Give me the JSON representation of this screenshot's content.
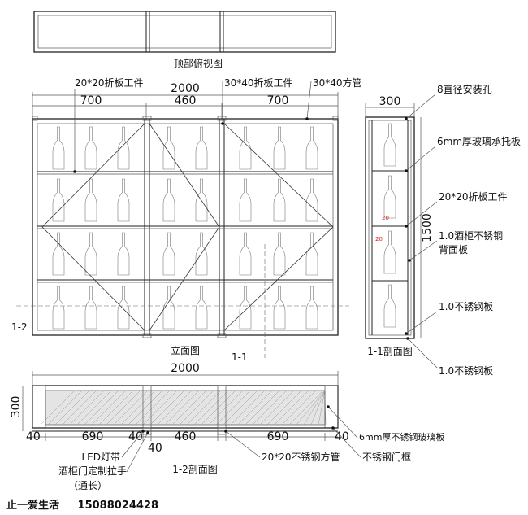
{
  "views": {
    "top": "顶部俯视图",
    "elevation": "立面图",
    "section_1_1": "1-1剖面图",
    "section_2_2": "1-2剖面图"
  },
  "cut_marks": {
    "horizontal": "1-2",
    "vertical": "1-1"
  },
  "elevation_dims": {
    "total": "2000",
    "left": "700",
    "mid": "460",
    "right": "700"
  },
  "section_dims": {
    "width": "300",
    "height": "1500",
    "red_a": "20",
    "red_b": "20"
  },
  "plan_dims": {
    "total": "2000",
    "depth": "300",
    "a": "40",
    "b": "690",
    "c": "40",
    "d": "460",
    "e": "40",
    "f": "690",
    "g": "40"
  },
  "callouts": {
    "fold_left": "20*20折板工件",
    "fold_right": "30*40折板工件",
    "square_tube": "30*40方管",
    "mount_hole": "8直径安装孔",
    "glass_shelf": "6mm厚玻璃承托板",
    "fold_section": "20*20折板工件",
    "back_panel_1": "1.0酒柜不锈钢",
    "back_panel_2": "背面板",
    "ss_plate_1": "1.0不锈钢板",
    "ss_plate_2": "1.0不锈钢板",
    "ss_glass": "6mm厚不锈钢玻璃板",
    "door_frame": "不锈钢门框",
    "ss_tube": "20*20不锈钢方管",
    "led": "LED灯带",
    "handle": "酒柜门定制拉手",
    "handle_note": "（通长）"
  },
  "footer": {
    "brand": "止一爱生活",
    "phone": "15088024428"
  }
}
